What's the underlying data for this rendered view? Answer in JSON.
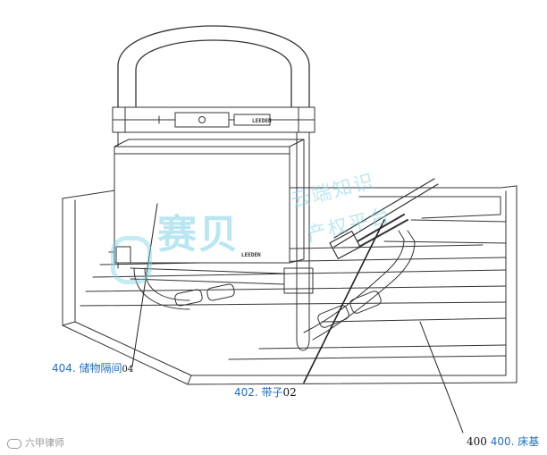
{
  "labels": {
    "storage_divider": {
      "text": "404. 储物隔间",
      "suffix": "04"
    },
    "strap": {
      "text": "402. 带子",
      "suffix": "02"
    },
    "bed_base": {
      "prefix": "400",
      "text": "400. 床基"
    }
  },
  "device_brand": "LEEDEN",
  "watermark": {
    "brand_cn": "赛贝",
    "line1": "云端知识",
    "line2": "产权平台"
  },
  "footer": {
    "text": "六甲律师"
  },
  "colors": {
    "label_blue": "#1f6fc2",
    "watermark_cyan": "#7fd3e6",
    "line": "#333333"
  }
}
